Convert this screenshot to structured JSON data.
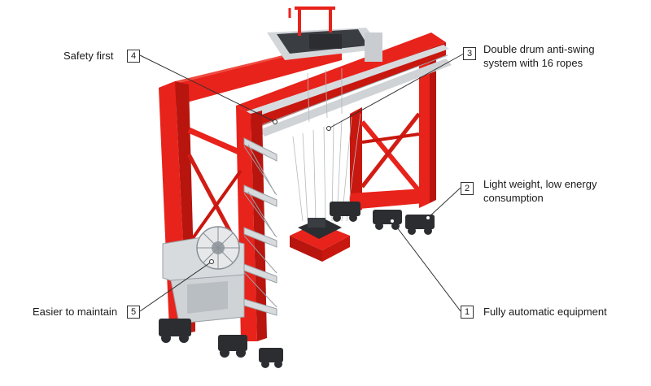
{
  "colors": {
    "frame": "#e8231b",
    "frame_shadow": "#b8150f",
    "grey": "#cfd3d6",
    "dark": "#2b2d30",
    "line": "#333333"
  },
  "callouts": [
    {
      "number": "4",
      "text": "Safety first"
    },
    {
      "number": "3",
      "text": "Double drum anti-swing system with 16 ropes"
    },
    {
      "number": "2",
      "text": "Light weight, low energy consumption"
    },
    {
      "number": "1",
      "text": "Fully automatic equipment"
    },
    {
      "number": "5",
      "text": "Easier to maintain"
    }
  ],
  "icons": [
    "gantry-crane-illustration"
  ]
}
